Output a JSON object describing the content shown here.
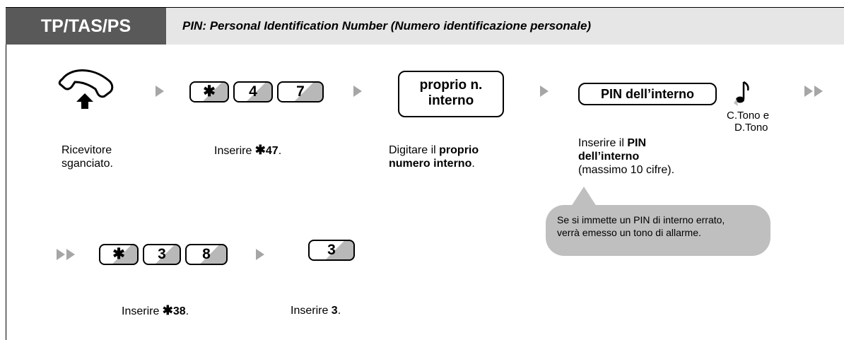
{
  "header": {
    "tab_label": "TP/TAS/PS",
    "subtitle": "PIN: Personal Identification Number (Numero identificazione personale)"
  },
  "steps": {
    "off_hook": {
      "icon": "handset-off-hook-icon",
      "caption_l1": "Ricevitore",
      "caption_l2": "sganciato."
    },
    "dial_47": {
      "keys": [
        "✱",
        "4",
        "7"
      ],
      "caption_pre": "Inserire ",
      "caption_star": "✱",
      "caption_num": "47",
      "caption_post": "."
    },
    "ext_number": {
      "box_l1": "proprio n.",
      "box_l2": "interno",
      "caption_pre": "Digitare il ",
      "caption_bold_l1": "proprio",
      "caption_bold_l2": "numero interno",
      "caption_post": "."
    },
    "pin": {
      "box": "PIN dell’interno",
      "caption_pre": "Inserire il ",
      "caption_bold_l1": "PIN",
      "caption_bold_l2": "dell’interno",
      "caption_l3": "(massimo 10 cifre)."
    },
    "tone": {
      "icon": "music-note-icon",
      "label_l1": "C.Tono e",
      "label_l2": "D.Tono"
    },
    "dial_38": {
      "keys": [
        "✱",
        "3",
        "8"
      ],
      "caption_pre": "Inserire ",
      "caption_star": "✱",
      "caption_num": "38",
      "caption_post": "."
    },
    "dial_3": {
      "keys": [
        "3"
      ],
      "caption_pre": "Inserire ",
      "caption_num": "3",
      "caption_post": "."
    }
  },
  "bubble": {
    "line1": "Se si immette un PIN di interno errato,",
    "line2": "verrà emesso un tono di allarme."
  }
}
